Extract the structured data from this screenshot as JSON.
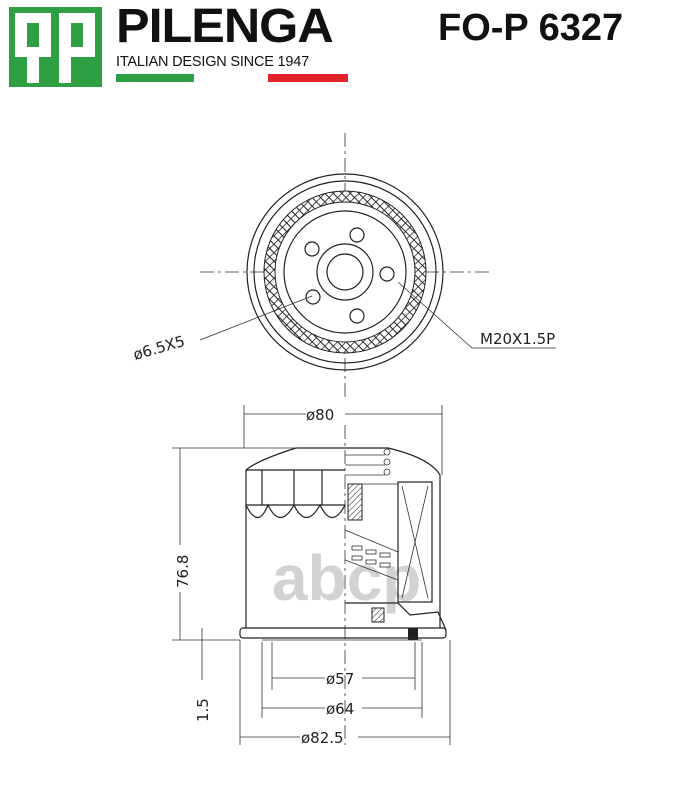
{
  "header": {
    "brand": "PILENGA",
    "tagline": "ITALIAN DESIGN SINCE 1947",
    "logo_letters": "qp",
    "part_number": "FO-P 6327",
    "colors": {
      "green": "#2ea043",
      "red": "#e3222a"
    }
  },
  "drawing": {
    "top_view": {
      "holes_label": "ø6.5X5",
      "thread_label": "M20X1.5P"
    },
    "side_view": {
      "outer_diameter": "ø80",
      "height": "76.8",
      "gasket_inner": "ø57",
      "gasket_outer": "ø64",
      "base_diameter": "ø82.5",
      "base_thickness": "1.5"
    }
  },
  "watermark": "abcp"
}
